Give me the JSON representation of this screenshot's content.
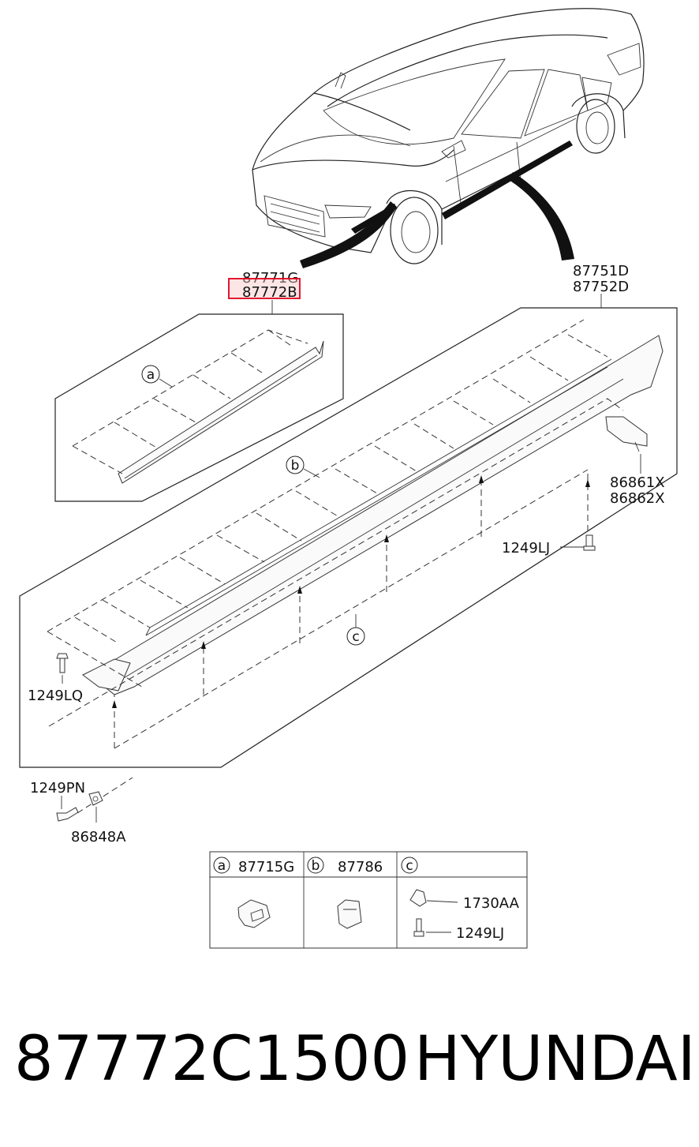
{
  "labels": {
    "p87771g": "87771G",
    "p87772b": "87772B",
    "p87751d": "87751D",
    "p87752d": "87752D",
    "p86861x": "86861X",
    "p86862x": "86862X",
    "p1249lj_side": "1249LJ",
    "p1249lq": "1249LQ",
    "p1249pn": "1249PN",
    "p86848a": "86848A"
  },
  "callouts": {
    "a": "a",
    "b": "b",
    "c": "c"
  },
  "legend": {
    "a": {
      "letter": "a",
      "part": "87715G"
    },
    "b": {
      "letter": "b",
      "part": "87786"
    },
    "c": {
      "letter": "c",
      "parts": [
        "1730AA",
        "1249LJ"
      ]
    }
  },
  "footer": {
    "part_number": "87772C1500",
    "brand": "HYUNDAI"
  },
  "highlight_color": "#e0001a"
}
